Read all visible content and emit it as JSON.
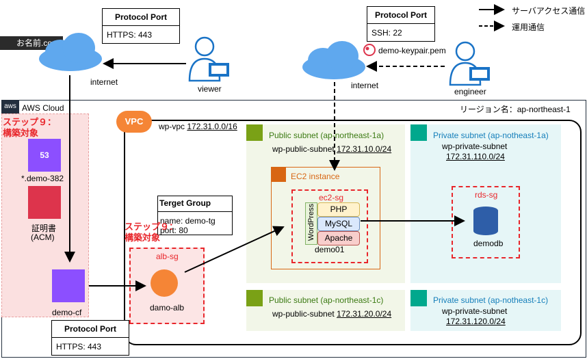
{
  "legend": {
    "server_access": "サーバアクセス通信",
    "operation": "運用通信"
  },
  "onamae": {
    "label": "お名前.com"
  },
  "pp_viewer": {
    "header": "Protocol Port",
    "body": "HTTPS: 443"
  },
  "pp_engineer": {
    "header": "Protocol Port",
    "body": "SSH: 22"
  },
  "pp_cf": {
    "header": "Protocol Port",
    "body": "HTTPS: 443"
  },
  "internet_left": {
    "label": "internet"
  },
  "internet_right": {
    "label": "internet"
  },
  "viewer": {
    "label": "viewer"
  },
  "engineer": {
    "label": "engineer"
  },
  "keypair": {
    "label": "demo-keypair.pem"
  },
  "aws": {
    "label": "AWS Cloud",
    "region": "リージョン名：ap-northeast-1"
  },
  "step_left": {
    "text": "ステップ９：\n構築対象"
  },
  "step_mid": {
    "text": "ステップ９：\n構築対象"
  },
  "route53": {
    "label": "*.demo-382",
    "badge": "53"
  },
  "acm": {
    "label1": "証明書",
    "label2": "(ACM)"
  },
  "cloudfront": {
    "label": "demo-cf"
  },
  "vpc": {
    "badge": "VPC",
    "name": "wp-vpc",
    "cidr": "172.31.0.0/16"
  },
  "target_group": {
    "title": "Terget Group",
    "line1": "name: demo-tg",
    "line2": "port: 80"
  },
  "alb_sg": {
    "label": "alb-sg"
  },
  "alb": {
    "label": "damo-alb"
  },
  "subnets": {
    "pub1a": {
      "title": "Public subnet (ap-northeast-1a)",
      "name": "wp-public-subnet",
      "cidr": "172.31.10.0/24"
    },
    "priv1a": {
      "title": "Private subnet (ap-notheast-1a)",
      "name": "wp-private-subnet",
      "cidr": "172.31.110.0/24"
    },
    "pub1c": {
      "title": "Public subnet (ap-northeast-1c)",
      "name": "wp-public-subnet",
      "cidr": "172.31.20.0/24"
    },
    "priv1c": {
      "title": "Private subnet (ap-notheast-1c)",
      "name": "wp-private-subnet",
      "cidr": "172.31.120.0/24"
    }
  },
  "ec2": {
    "title": "EC2 instance",
    "sg": "ec2-sg",
    "wordpress": "WordPress",
    "php": "PHP",
    "mysql": "MySQL",
    "apache": "Apache",
    "name": "demo01"
  },
  "rds": {
    "sg": "rds-sg",
    "name": "demodb"
  },
  "colors": {
    "accent_red": "#e8262b",
    "pub_subnet_bg": "#f2f6e8",
    "priv_subnet_bg": "#e6f6f7",
    "ec2_orange": "#d86613",
    "purple": "#8c4fff",
    "pink_bg": "#fbe0e0"
  }
}
